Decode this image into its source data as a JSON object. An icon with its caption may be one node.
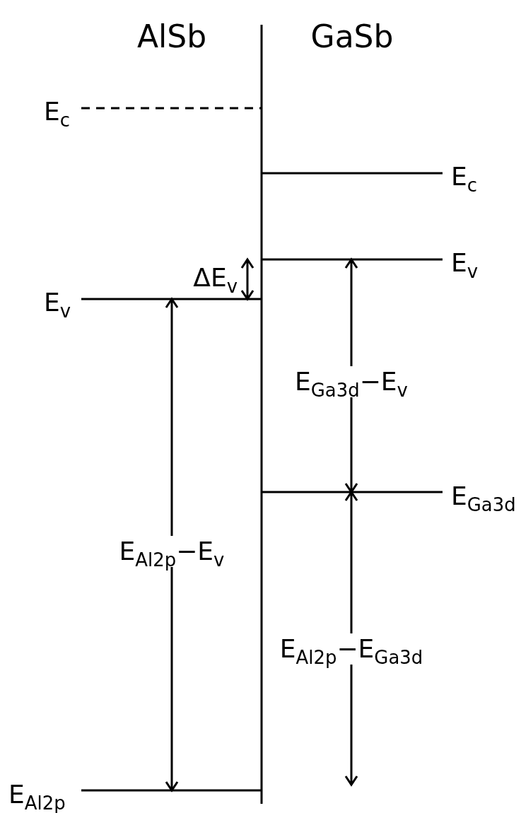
{
  "diagram": {
    "labels": [
      "AlSb",
      "GaSb",
      "E$_{c}$",
      "E$_{c}$",
      "E$_{v}$",
      "ΔE$_{v}$",
      "E$_{v}$",
      "E$_{Ga3d}$−E$_{v}$",
      "E$_{Ga3d}$",
      "E$_{Al2p}$−E$_{v}$",
      "E$_{Al2p}$−E$_{Ga3d}$",
      "E$_{Al2p}$"
    ]
  }
}
